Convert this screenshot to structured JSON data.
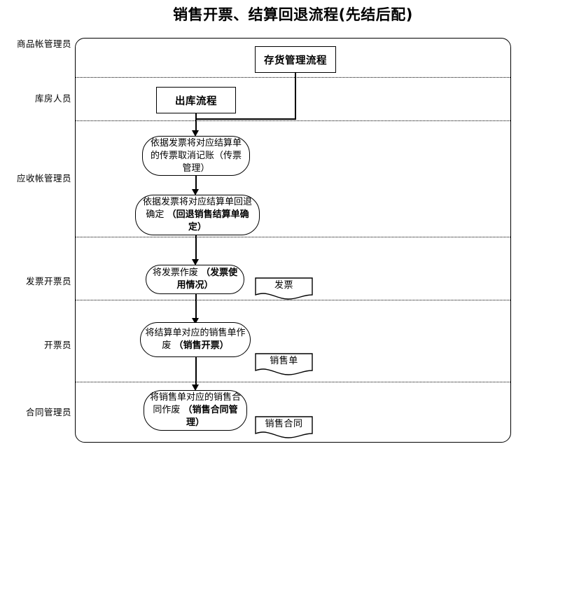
{
  "title": "销售开票、结算回退流程(先结后配)",
  "lanes": [
    {
      "id": "lane-goods-account",
      "label": "商品帐管理员"
    },
    {
      "id": "lane-warehouse",
      "label": "库房人员"
    },
    {
      "id": "lane-receivable-account",
      "label": "应收帐管理员"
    },
    {
      "id": "lane-invoice-issuer",
      "label": "发票开票员"
    },
    {
      "id": "lane-biller",
      "label": "开票员"
    },
    {
      "id": "lane-contract-manager",
      "label": "合同管理员"
    }
  ],
  "ref_boxes": [
    {
      "id": "inventory-management-process",
      "label": "存货管理流程"
    },
    {
      "id": "outbound-process",
      "label": "出库流程"
    }
  ],
  "processes": [
    {
      "id": "cancel-voucher-posting",
      "lead": "依据发票将对应结算单的传票取消记账",
      "emph": "（传票管理）",
      "emph_bold": false
    },
    {
      "id": "confirm-settlement-rollback",
      "lead": "依据发票将对应结算单回退确定 ",
      "emph": "（回退销售结算单确定）",
      "emph_bold": true
    },
    {
      "id": "void-invoice",
      "lead": "将发票作废 ",
      "emph": "（发票使用情况）",
      "emph_bold": true
    },
    {
      "id": "void-sales-order",
      "lead": "将结算单对应的销售单作废 ",
      "emph": "（销售开票）",
      "emph_bold": true
    },
    {
      "id": "void-sales-contract",
      "lead": "将销售单对应的销售合同作废 ",
      "emph": "（销售合同管理）",
      "emph_bold": true
    }
  ],
  "documents": [
    {
      "id": "doc-invoice",
      "label": "发票"
    },
    {
      "id": "doc-sales-order",
      "label": "销售单"
    },
    {
      "id": "doc-sales-contract",
      "label": "销售合同"
    }
  ],
  "colors": {
    "stroke": "#000000",
    "background": "#ffffff"
  }
}
